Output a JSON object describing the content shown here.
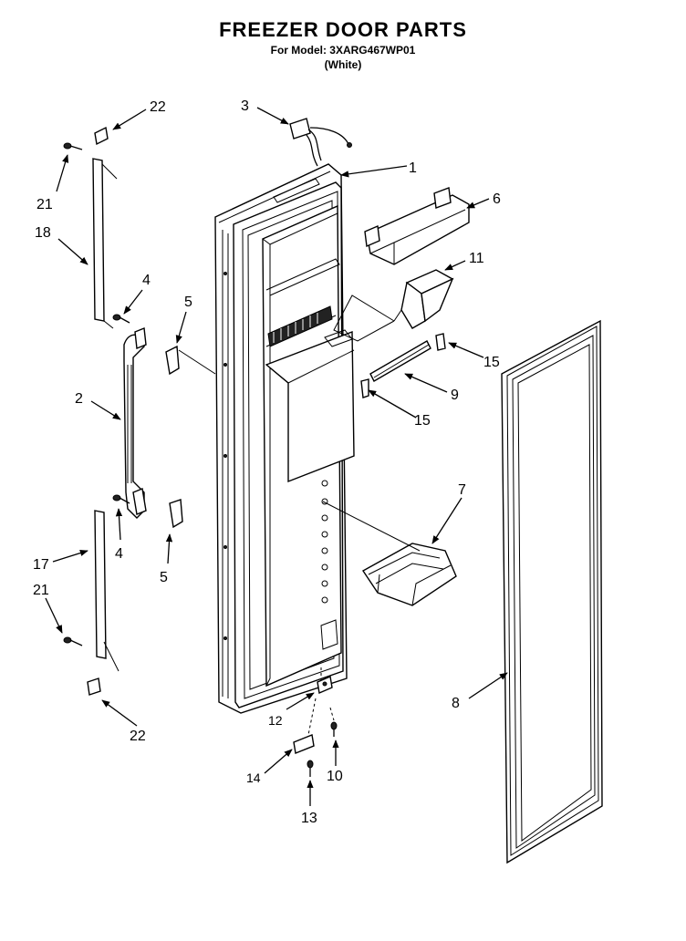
{
  "header": {
    "title": "FREEZER DOOR PARTS",
    "model_line": "For Model: 3XARG467WP01",
    "color_line": "(White)"
  },
  "callouts": {
    "c1": "1",
    "c2": "2",
    "c3": "3",
    "c4a": "4",
    "c4b": "4",
    "c5a": "5",
    "c5b": "5",
    "c6": "6",
    "c7": "7",
    "c8": "8",
    "c9": "9",
    "c10": "10",
    "c11": "11",
    "c12": "12",
    "c13": "13",
    "c14": "14",
    "c15a": "15",
    "c15b": "15",
    "c17": "17",
    "c18": "18",
    "c21a": "21",
    "c21b": "21",
    "c22a": "22",
    "c22b": "22"
  },
  "colors": {
    "ink": "#000000",
    "paper": "#ffffff"
  }
}
